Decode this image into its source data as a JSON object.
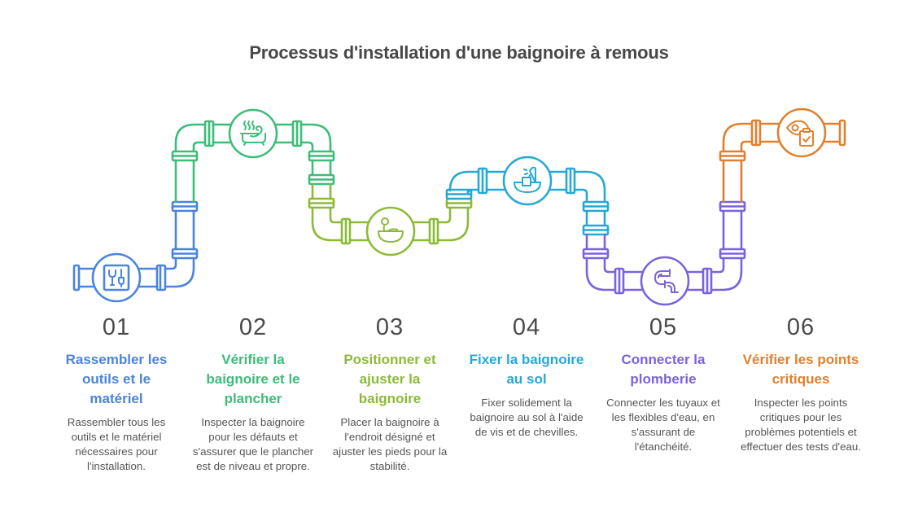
{
  "title": "Processus d'installation d'une baignoire à remous",
  "steps": [
    {
      "number": "01",
      "heading": "Rassembler les outils et le matériel",
      "description": "Rassembler tous les outils et le matériel nécessaires pour l'installation.",
      "color": "#4a84dc",
      "icon": "tools-icon"
    },
    {
      "number": "02",
      "heading": "Vérifier la baignoire et le plancher",
      "description": "Inspecter la baignoire pour les défauts et s'assurer que le plancher est de niveau et propre.",
      "color": "#3cbd78",
      "icon": "hot-bath-icon"
    },
    {
      "number": "03",
      "heading": "Positionner et ajuster la baignoire",
      "description": "Placer la baignoire à l'endroit désigné et ajuster les pieds pour la stabilité.",
      "color": "#8cba38",
      "icon": "person-in-bath-icon"
    },
    {
      "number": "04",
      "heading": "Fixer la baignoire au sol",
      "description": "Fixer solidement la baignoire au sol à l'aide de vis et de chevilles.",
      "color": "#25a8d8",
      "icon": "shower-bath-icon"
    },
    {
      "number": "05",
      "heading": "Connecter la plomberie",
      "description": "Connecter les tuyaux et les flexibles d'eau, en s'assurant de l'étanchéité.",
      "color": "#7b62de",
      "icon": "pipe-fitting-icon"
    },
    {
      "number": "06",
      "heading": "Vérifier les points critiques",
      "description": "Inspecter les points critiques pour les problèmes potentiels et effectuer des tests d'eau.",
      "color": "#e0802e",
      "icon": "eye-clipboard-icon"
    }
  ]
}
